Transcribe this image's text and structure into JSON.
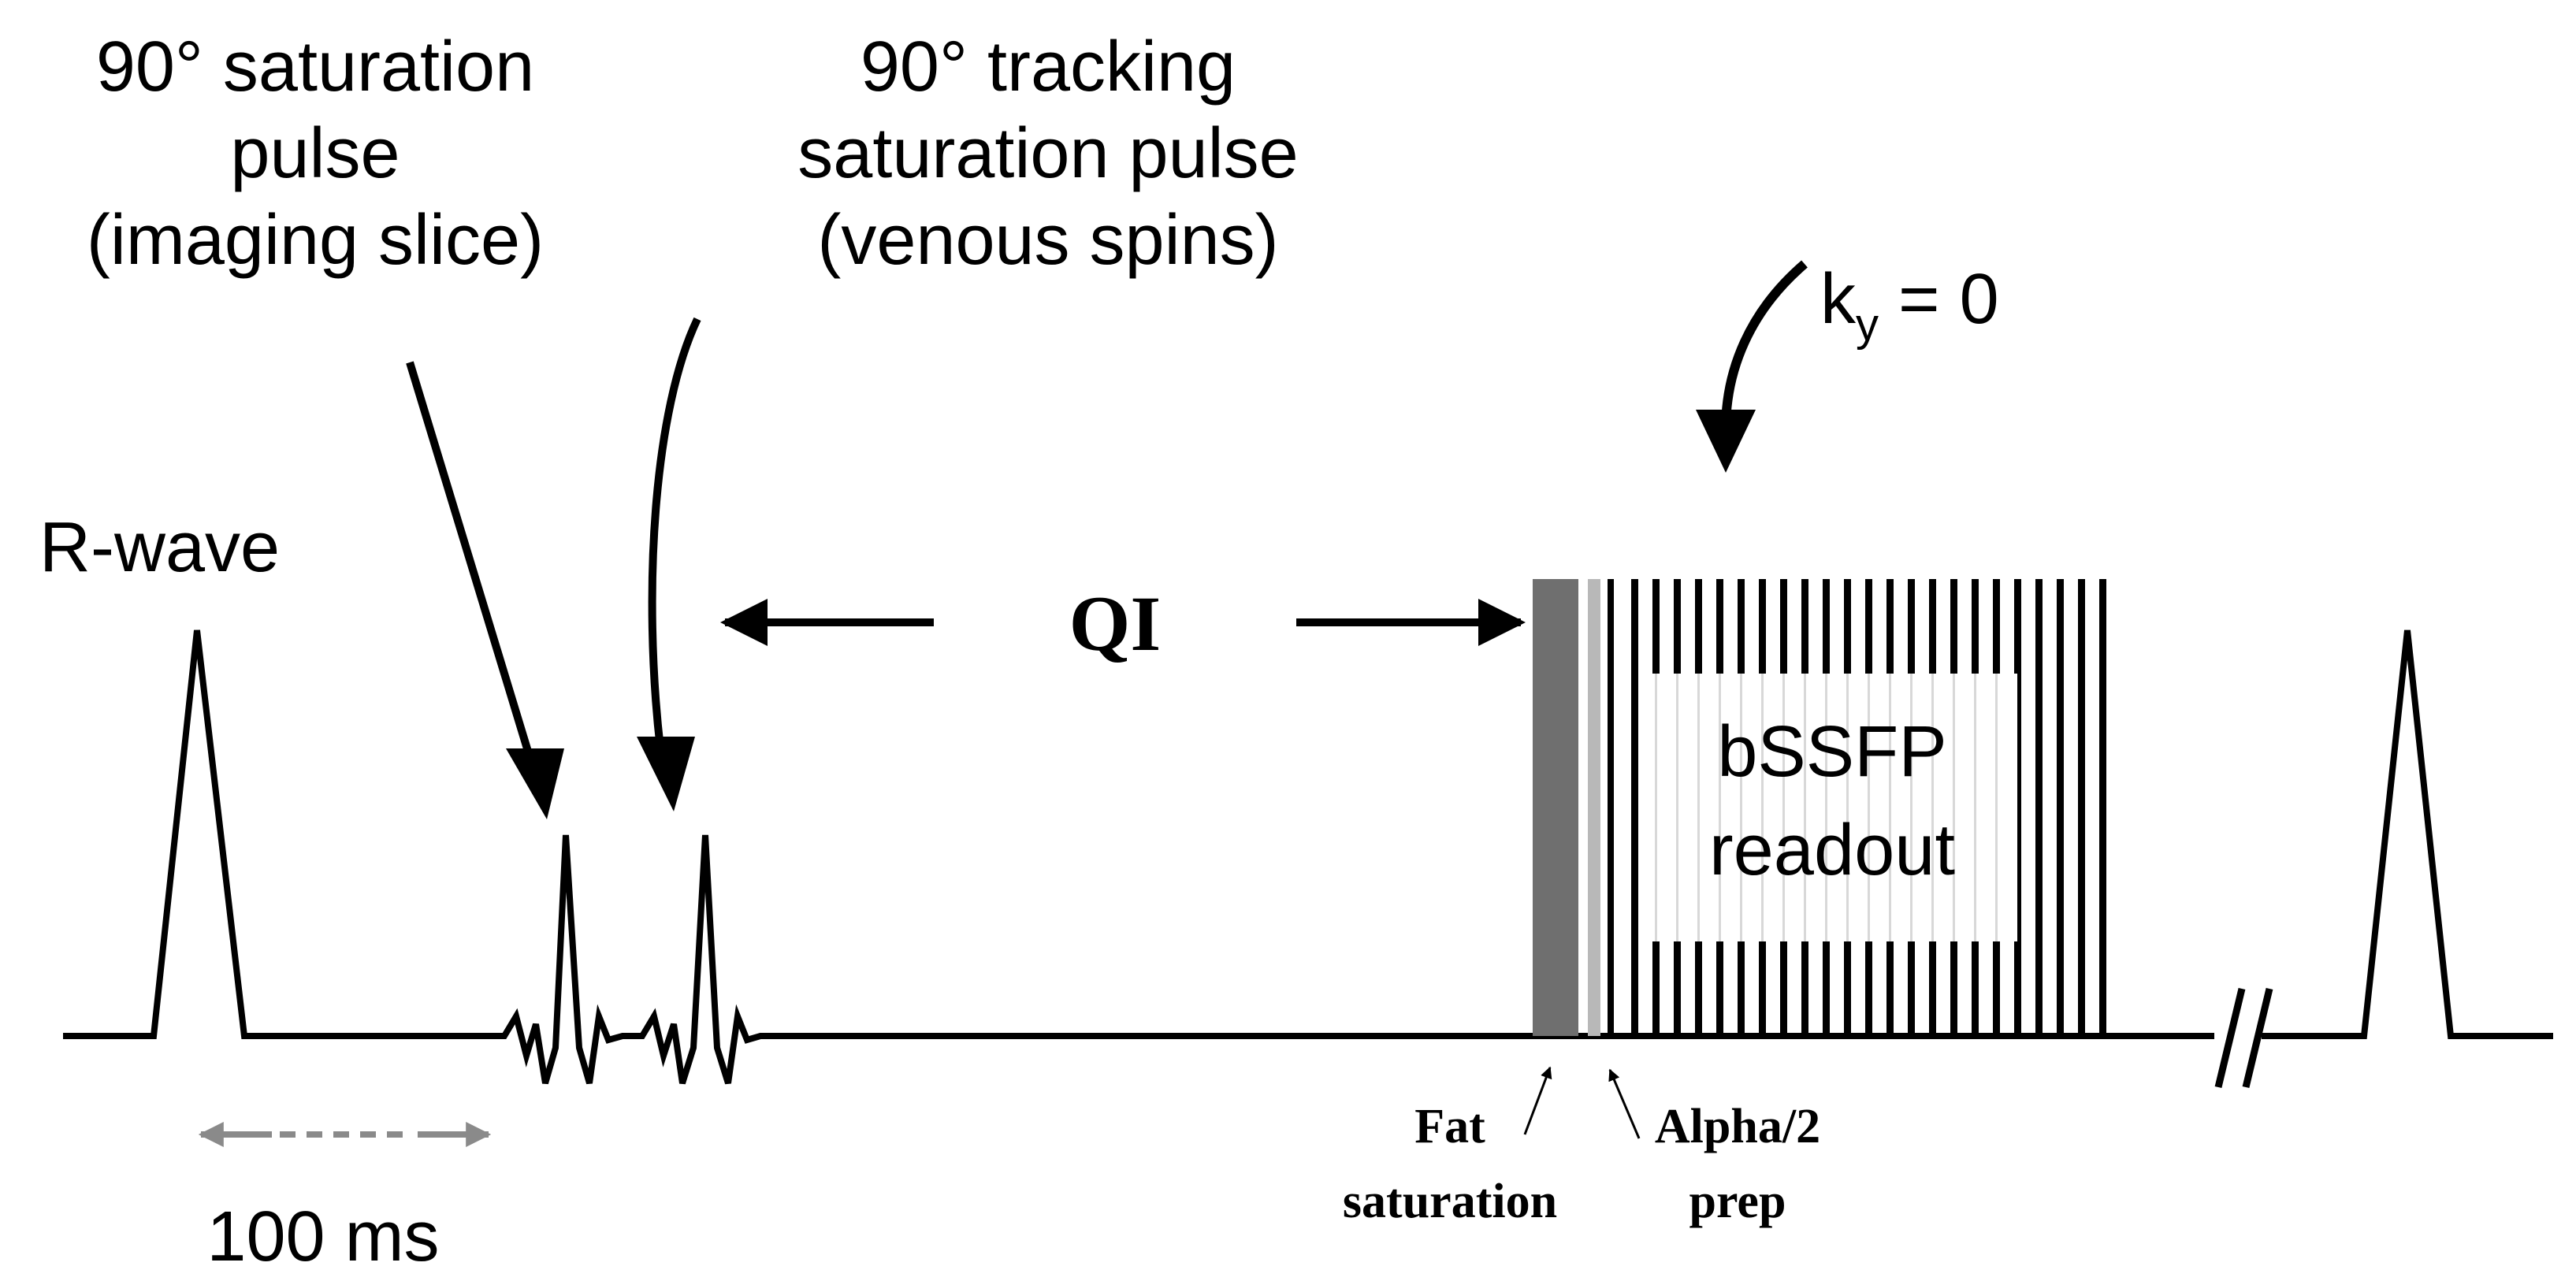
{
  "labels": {
    "sat_line1": "90° saturation",
    "sat_line2": "pulse",
    "sat_line3": "(imaging slice)",
    "track_line1": "90° tracking",
    "track_line2": "saturation pulse",
    "track_line3": "(venous spins)",
    "ky_base": "k",
    "ky_sub": "y",
    "ky_rest": " = 0",
    "rwave": "R-wave",
    "qi": "QI",
    "bssfp_line1": "bSSFP",
    "bssfp_line2": "readout",
    "fat_line1": "Fat",
    "fat_line2": "saturation",
    "alpha_line1": "Alpha/2",
    "alpha_line2": "prep",
    "time_scale": "100 ms"
  },
  "colors": {
    "line": "#000000",
    "fat_block": "#6f6f6f",
    "alpha_block": "#b8b8b8",
    "faint_lines": "#d8d8d8",
    "scale_arrow": "#8a8a8a"
  }
}
